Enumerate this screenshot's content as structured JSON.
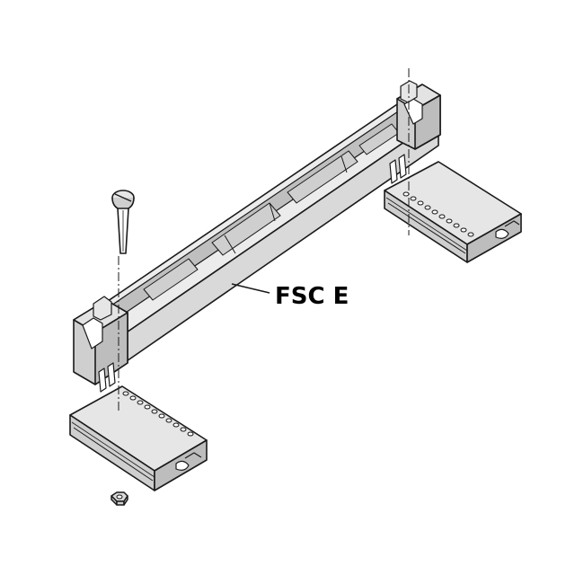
{
  "diagram": {
    "label": "FSC E",
    "colors": {
      "line": "#1a1a1a",
      "body": "#d9d9d9",
      "body_dark": "#bfbfbf",
      "body_light": "#ececec",
      "module_top": "#e6e6e6",
      "background": "#ffffff"
    },
    "parts": [
      "card-guide-rail",
      "retaining-screw",
      "hex-nut",
      "left-terminal-module",
      "right-terminal-module"
    ]
  }
}
